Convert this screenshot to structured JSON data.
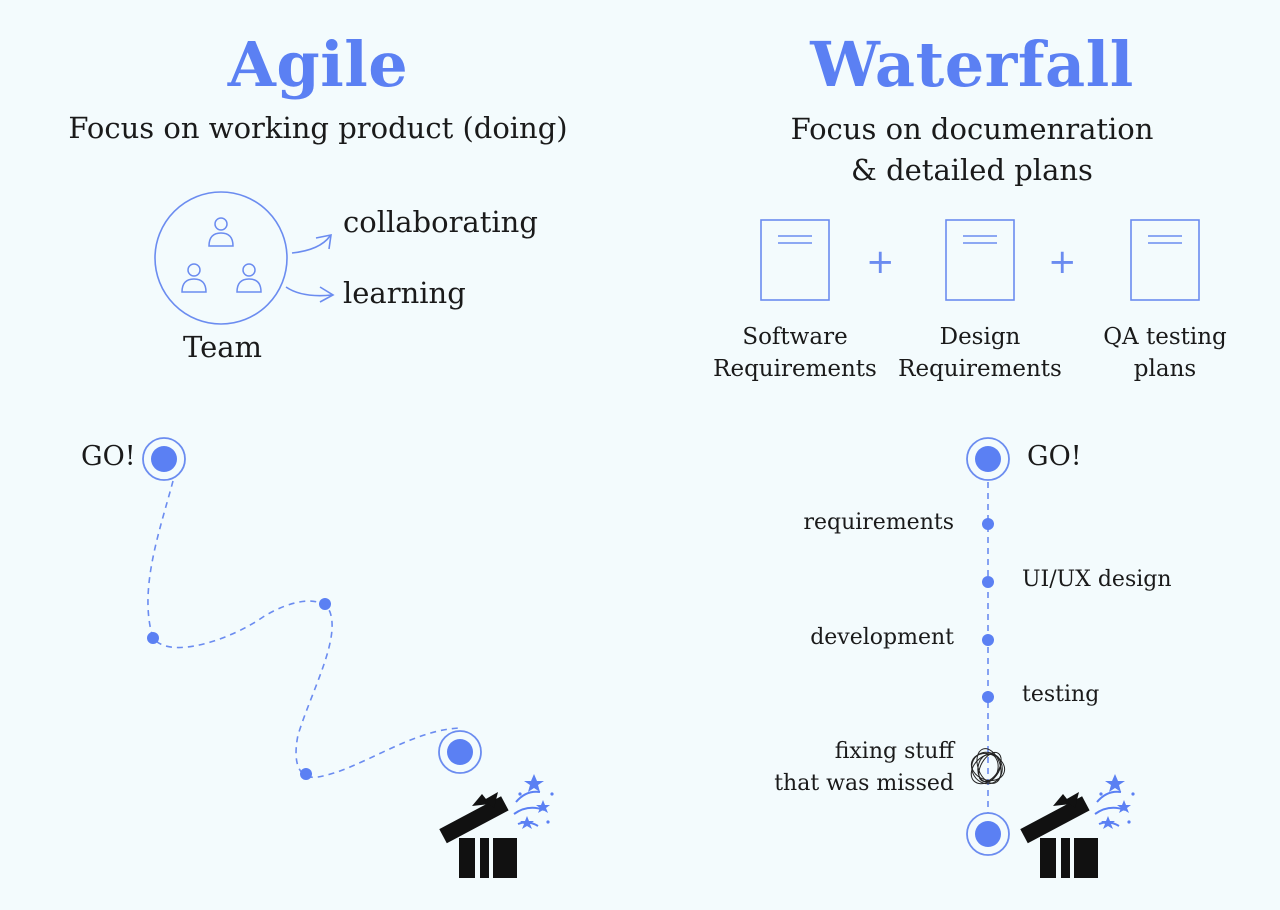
{
  "colors": {
    "accent": "#5b80f3",
    "line": "#6b8cf0",
    "background": "#f3fbfd",
    "text": "#1a1a1a"
  },
  "agile": {
    "title": "Agile",
    "subtitle": "Focus on working product (doing)",
    "team_label": "Team",
    "arrow_labels": [
      "collaborating",
      "learning"
    ],
    "start_label": "GO!",
    "icons": [
      "team-icon",
      "person-icon",
      "gift-icon"
    ]
  },
  "waterfall": {
    "title": "Waterfall",
    "subtitle_lines": [
      "Focus on documenration",
      "& detailed plans"
    ],
    "documents": [
      {
        "line1": "Software",
        "line2": "Requirements"
      },
      {
        "line1": "Design",
        "line2": "Requirements"
      },
      {
        "line1": "QA testing",
        "line2": "plans"
      }
    ],
    "plus_sign": "+",
    "start_label": "GO!",
    "steps": [
      "requirements",
      "UI/UX design",
      "development",
      "testing"
    ],
    "missed_lines": [
      "fixing stuff",
      "that was missed"
    ],
    "icons": [
      "document-icon",
      "scribble-icon",
      "gift-icon"
    ]
  }
}
